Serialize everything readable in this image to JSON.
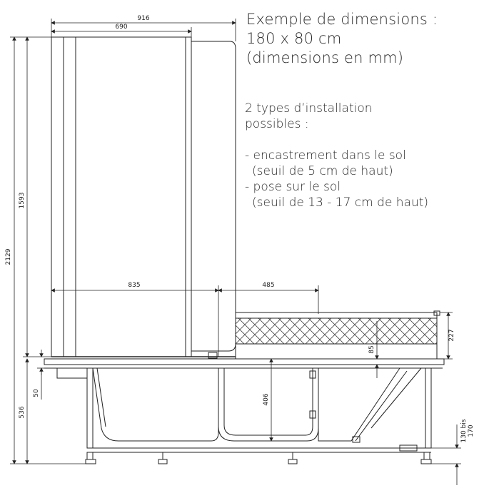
{
  "title": {
    "line1": "Exemple de dimensions :",
    "line2": "180 x 80 cm",
    "line3": "(dimensions en mm)"
  },
  "install": {
    "heading1": "2 types d’installation",
    "heading2": "possibles :",
    "option1": "- encastrement dans le sol",
    "option1_detail": "(seuil de 5 cm de haut)",
    "option2": "- pose sur le sol",
    "option2_detail": "(seuil de 13 - 17 cm de haut)"
  },
  "dimensions": {
    "d916": "916",
    "d690": "690",
    "d1593": "1593",
    "d2129": "2129",
    "d835": "835",
    "d485": "485",
    "d227": "227",
    "d85": "85",
    "d406": "406",
    "d50": "50",
    "d536": "536",
    "d130bis": "130 bis",
    "d170": "170"
  }
}
